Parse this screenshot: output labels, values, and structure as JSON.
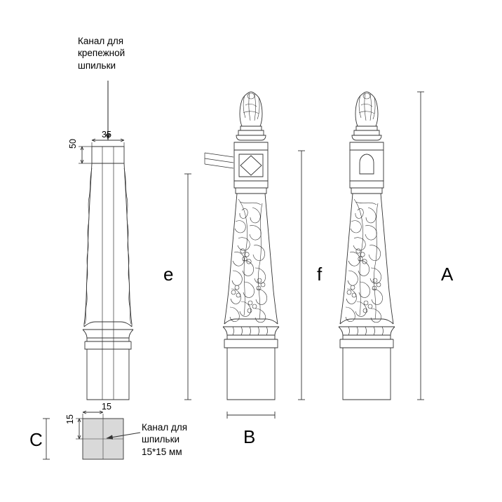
{
  "drawing": {
    "title": "Newel post technical drawing",
    "annotations": {
      "top_note": "Канал для\nкрепежной\nшпильки",
      "bottom_note": "Канал для\nшпильки\n15*15 мм"
    },
    "dimensions": {
      "width_35": "35",
      "height_50": "50",
      "section_15_top": "15",
      "section_15_left": "15"
    },
    "letters": {
      "e": "e",
      "f": "f",
      "A": "A",
      "B": "B",
      "C": "C"
    }
  },
  "colors": {
    "line": "#333333",
    "hatch": "#d9d9d9",
    "text": "#000000",
    "background": "#ffffff"
  }
}
